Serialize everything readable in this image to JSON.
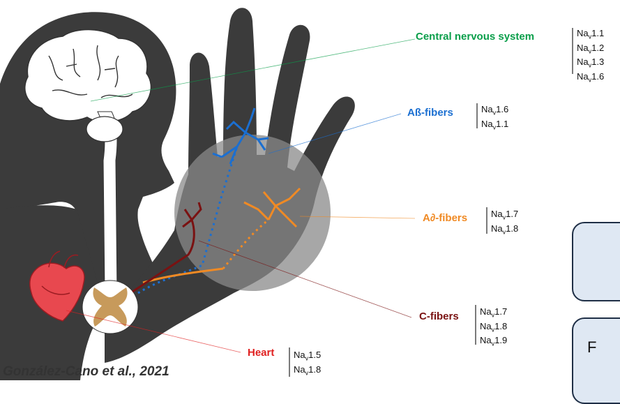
{
  "labels": {
    "cns": "Central nervous system",
    "ab": "Aß-fibers",
    "ad": "A∂-fibers",
    "c": "C-fibers",
    "heart": "Heart"
  },
  "channels": {
    "cns": [
      "Nav1.1",
      "Nav1.2",
      "Nav1.3",
      "Nav1.6"
    ],
    "ab": [
      "Nav1.6",
      "Nav1.1"
    ],
    "ad": [
      "Nav1.7",
      "Nav1.8"
    ],
    "c": [
      "Nav1.7",
      "Nav1.8",
      "Nav1.9"
    ],
    "heart": [
      "Nav1.5",
      "Nav1.8"
    ]
  },
  "citation": "González-Cano et al., 2021",
  "box_partial_text": "F",
  "colors": {
    "cns": "#0a9e4a",
    "ab": "#1b6fd1",
    "ad": "#f08a24",
    "c": "#7a1212",
    "heart": "#e02020",
    "silhouette": "#3b3b3b",
    "box_fill": "#dfe8f3",
    "box_border": "#1f2f46"
  }
}
